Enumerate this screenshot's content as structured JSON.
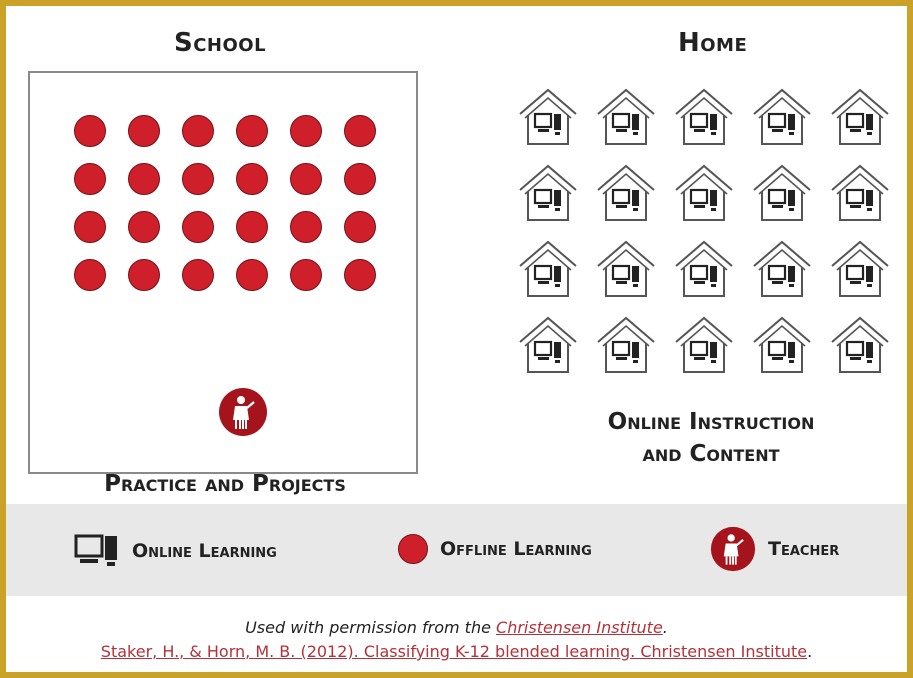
{
  "school": {
    "title": "School",
    "caption": "Practice and Projects",
    "students": 24
  },
  "home": {
    "title": "Home",
    "caption_line1": "Online Instruction",
    "caption_line2": "and Content",
    "homes": 20
  },
  "legend": {
    "online_label": "Online Learning",
    "offline_label": "Offline Learning",
    "teacher_label": "Teacher"
  },
  "credits": {
    "line1_prefix": "Used with permission from the ",
    "line1_link": "Christensen Institute",
    "line1_suffix": ".",
    "line2_link": "Staker, H., & Horn, M. B. (2012). Classifying K-12 blended learning. Christensen Institute",
    "line2_suffix": "."
  },
  "colors": {
    "border": "#c9a227",
    "offline_dot": "#cf1f2a",
    "teacher_circle": "#a5141c",
    "legend_bg": "#e8e8e8",
    "link": "#b3323a"
  },
  "icons": [
    "computer-icon",
    "house-icon",
    "teacher-icon"
  ]
}
